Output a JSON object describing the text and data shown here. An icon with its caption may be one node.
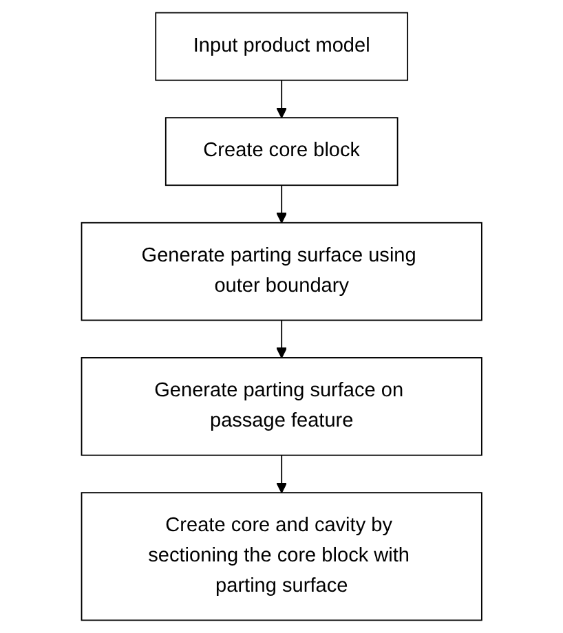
{
  "diagram": {
    "nodes": [
      {
        "text": [
          "Input product model"
        ]
      },
      {
        "text": [
          "Create core block"
        ]
      },
      {
        "text": [
          "Generate parting surface using outer boundary"
        ]
      },
      {
        "text": [
          "Generate parting surface on passage feature"
        ]
      },
      {
        "text": [
          "Create core and cavity by sectioning the core block with parting surface"
        ]
      }
    ],
    "edges": [
      {
        "from": 0,
        "to": 1,
        "arrow": "to"
      },
      {
        "from": 1,
        "to": 2,
        "arrow": "to"
      },
      {
        "from": 2,
        "to": 3,
        "arrow": "to"
      },
      {
        "from": 3,
        "to": 4,
        "arrow": "to"
      }
    ]
  }
}
